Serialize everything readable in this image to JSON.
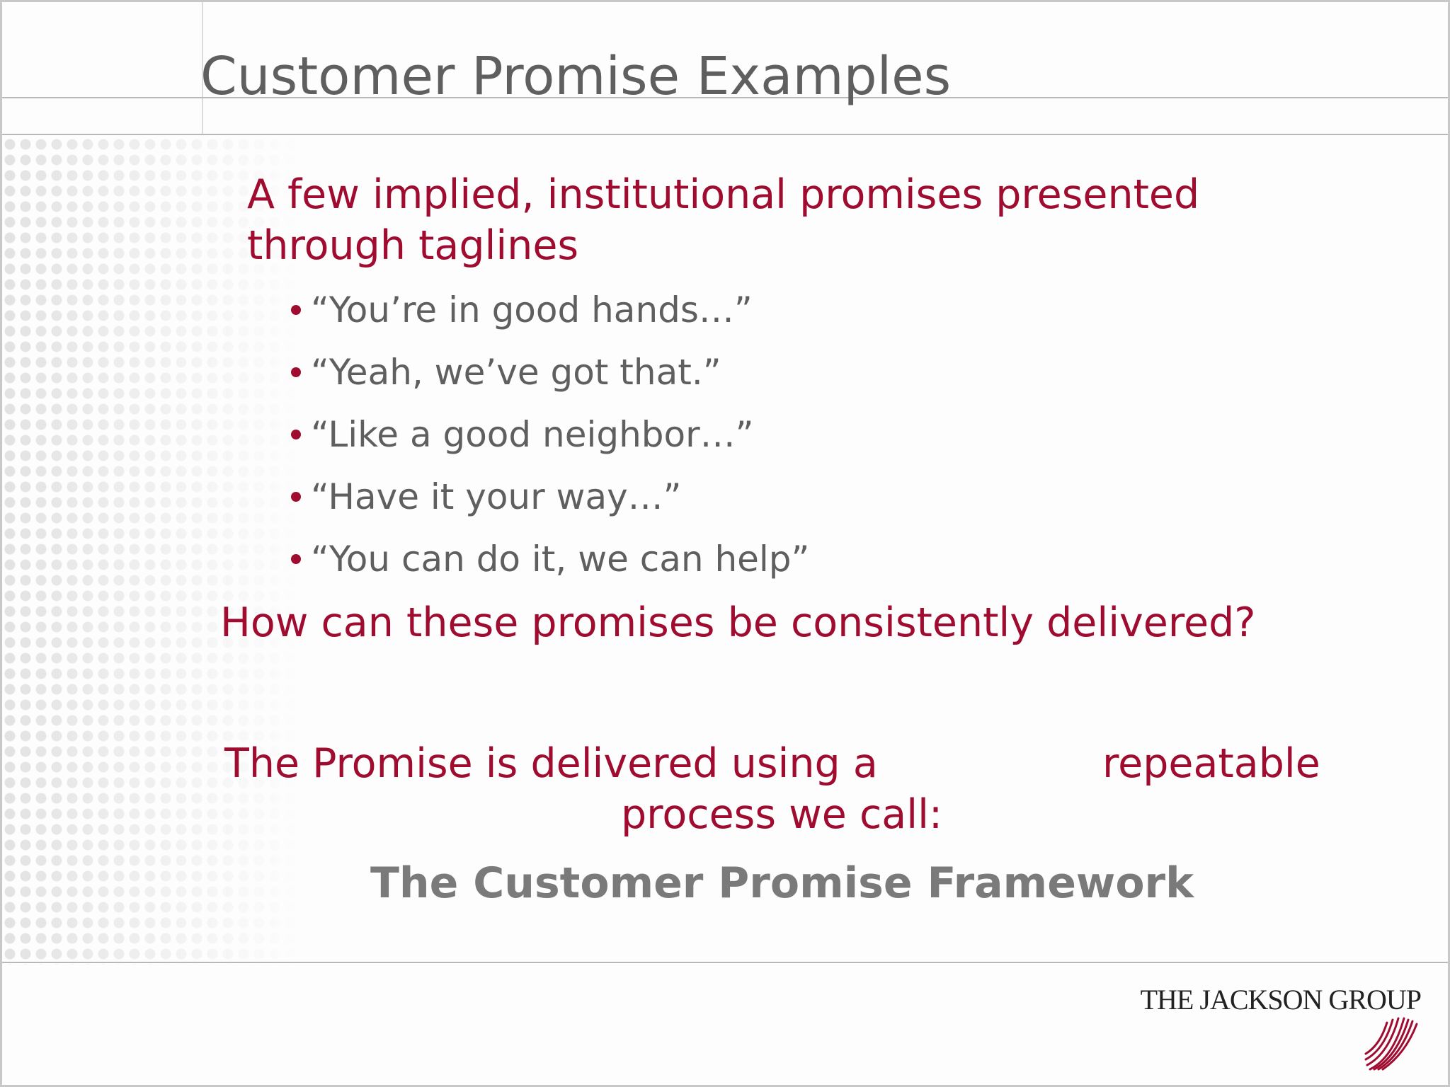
{
  "slide": {
    "title": "Customer Promise Examples",
    "intro": "A few implied, institutional promises presented through taglines",
    "bullets": [
      "“You’re in good hands…”",
      "“Yeah, we’ve got that.”",
      "“Like a good neighbor…”",
      "“Have it your way…”",
      "“You can do it, we can help”"
    ],
    "question": "How can these promises be consistently delivered?",
    "statement_part1": "The Promise is delivered using a",
    "statement_part2": "repeatable",
    "statement_part3": "process we call:",
    "framework": "The Customer Promise Framework"
  },
  "footer": {
    "logo_text": "THE JACKSON GROUP",
    "logo_icon": "red-swoosh-lines-icon"
  },
  "colors": {
    "accent": "#a00c30",
    "gray_text": "#5f5f5f",
    "framework_text": "#7a7a7a"
  }
}
